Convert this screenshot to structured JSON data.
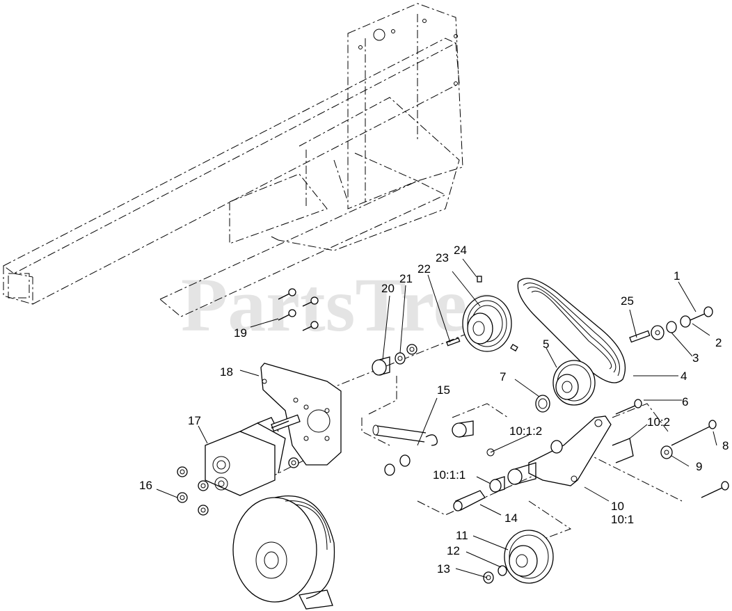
{
  "watermark": "PartsTree",
  "callouts": {
    "c1": "1",
    "c2": "2",
    "c3": "3",
    "c4": "4",
    "c5": "5",
    "c6": "6",
    "c7": "7",
    "c8": "8",
    "c9": "9",
    "c10": "10",
    "c10_1": "10:1",
    "c10_2": "10:2",
    "c10_1_1": "10:1:1",
    "c10_1_2": "10:1:2",
    "c11": "11",
    "c12": "12",
    "c13": "13",
    "c14": "14",
    "c15": "15",
    "c16": "16",
    "c17": "17",
    "c18": "18",
    "c19": "19",
    "c20": "20",
    "c21": "21",
    "c22": "22",
    "c23": "23",
    "c24": "24",
    "c25": "25"
  }
}
